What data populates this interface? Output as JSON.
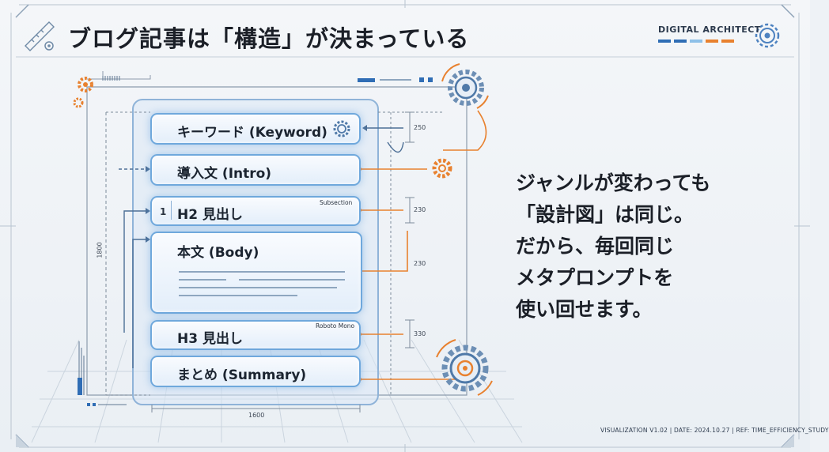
{
  "title": "ブログ記事は「構造」が決まっている",
  "brand": {
    "name": "DIGITAL ARCHITECT",
    "bar_colors": [
      "#2f6db5",
      "#2f6db5",
      "#8ec0e8",
      "#e8812f",
      "#e8812f"
    ]
  },
  "blocks": [
    {
      "label": "キーワード (Keyword)",
      "icon": "gear-icon"
    },
    {
      "label": "導入文 (Intro)"
    },
    {
      "label": "H2 見出し",
      "number": "1",
      "note": "Subsection"
    },
    {
      "label": "本文 (Body)"
    },
    {
      "label": "H3 見出し",
      "note": "Roboto Mono"
    },
    {
      "label": "まとめ (Summary)"
    }
  ],
  "dimensions": {
    "keyword": "250",
    "h2": "230",
    "body": "230",
    "h3": "330",
    "height": "1800",
    "width": "1600"
  },
  "message": {
    "lines": [
      "ジャンルが変わっても",
      "「設計図」は同じ。",
      "だから、毎回同じ",
      "メタプロンプトを",
      "使い回せます。"
    ]
  },
  "footer": "VISUALIZATION V1.02 | DATE: 2024.10.27 | REF: TIME_EFFICIENCY_STUDY",
  "colors": {
    "accent_blue": "#2f6db5",
    "accent_orange": "#e8812f",
    "glow": "#6fa8dc"
  }
}
